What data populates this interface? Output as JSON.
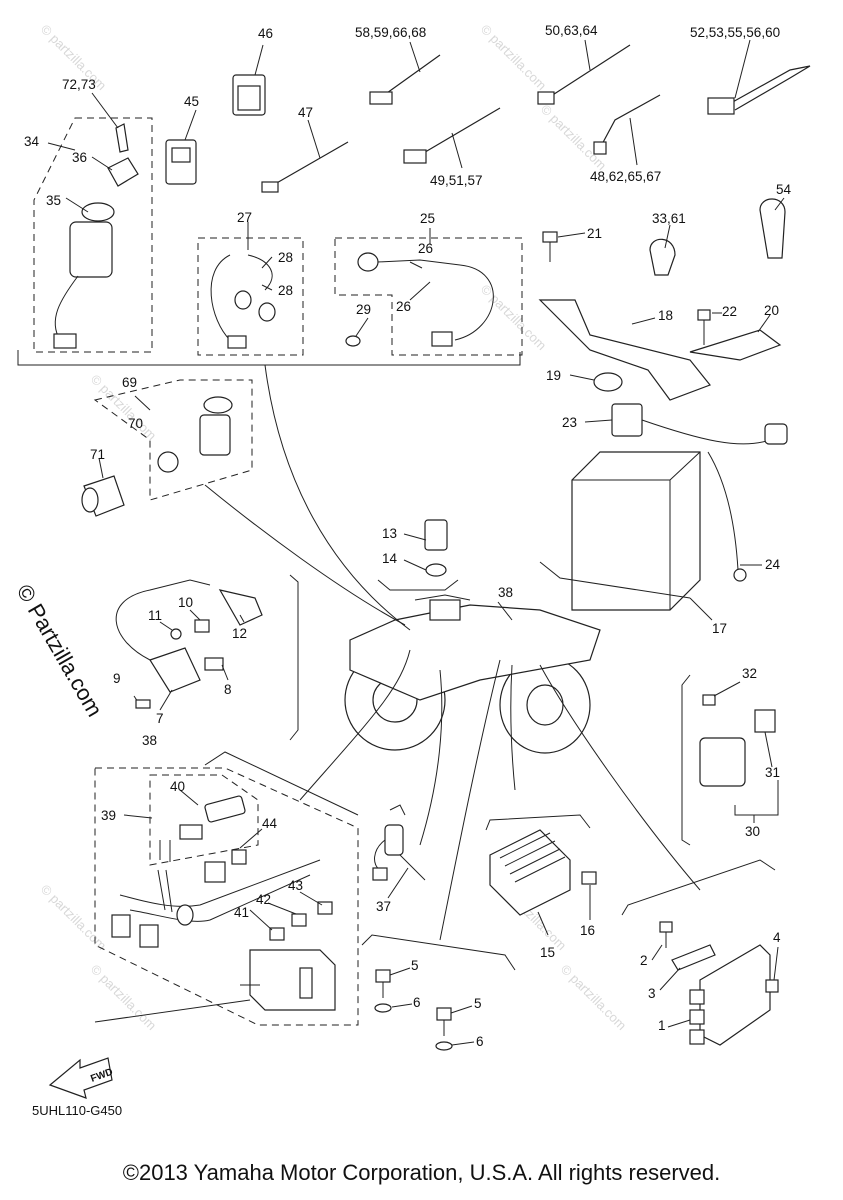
{
  "diagram_code": "5UHL110-G450",
  "copyright": "©2013 Yamaha Motor Corporation, U.S.A. All rights reserved.",
  "watermark_side": "© Partzilla.com",
  "watermark_small": "© partzilla.com",
  "fwd_label": "FWD",
  "callouts": [
    "1",
    "2",
    "3",
    "4",
    "5",
    "5",
    "6",
    "6",
    "7",
    "8",
    "9",
    "10",
    "11",
    "12",
    "13",
    "14",
    "15",
    "16",
    "17",
    "18",
    "19",
    "20",
    "21",
    "22",
    "23",
    "24",
    "25",
    "26",
    "26",
    "27",
    "28",
    "28",
    "29",
    "30",
    "31",
    "32",
    "33,61",
    "34",
    "35",
    "36",
    "37",
    "38",
    "38",
    "39",
    "40",
    "41",
    "42",
    "43",
    "44",
    "45",
    "46",
    "47",
    "48,62,65,67",
    "49,51,57",
    "50,63,64",
    "52,53,55,56,60",
    "54",
    "58,59,66,68",
    "69",
    "70",
    "71",
    "72,73"
  ]
}
